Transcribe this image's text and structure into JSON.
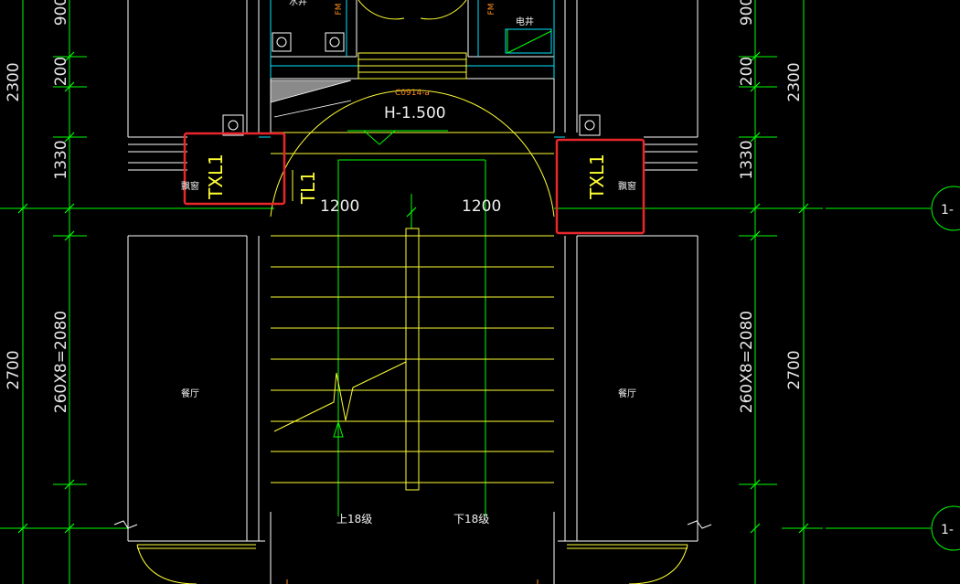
{
  "colors": {
    "background": "#000000",
    "wall": "#ffffff",
    "grid": "#00ff00",
    "yellow": "#ffff33",
    "cyan": "#00e5ff",
    "orange": "#ff8c1a",
    "highlight": "#e8262b"
  },
  "dims": {
    "left_outer_2300": "2300",
    "left_outer_2700": "2700",
    "left_inner_900": "900",
    "left_inner_200": "200",
    "left_inner_1330": "1330",
    "left_inner_260x8": "260X8=2080",
    "right_inner_900": "900",
    "right_inner_200": "200",
    "right_inner_1330": "1330",
    "right_inner_260x8": "260X8=2080",
    "right_outer_2300": "2300",
    "right_outer_2700": "2700"
  },
  "labels": {
    "elevation": "H-1.500",
    "landing_left_width": "1200",
    "landing_right_width": "1200",
    "tl1": "TL1",
    "txl1_left": "TXL1",
    "txl1_right": "TXL1",
    "bay_window_left": "飘窗",
    "bay_window_right": "飘窗",
    "dining_left": "餐厅",
    "dining_right": "餐厅",
    "electric_shaft": "电井",
    "up_18": "上18级",
    "down_18": "下18级",
    "door_code": "C0914-a",
    "fm_left": "FM",
    "fm_right": "FM",
    "water_shaft": "水井"
  },
  "axis_markers": {
    "upper": "1-",
    "lower": "1-"
  }
}
